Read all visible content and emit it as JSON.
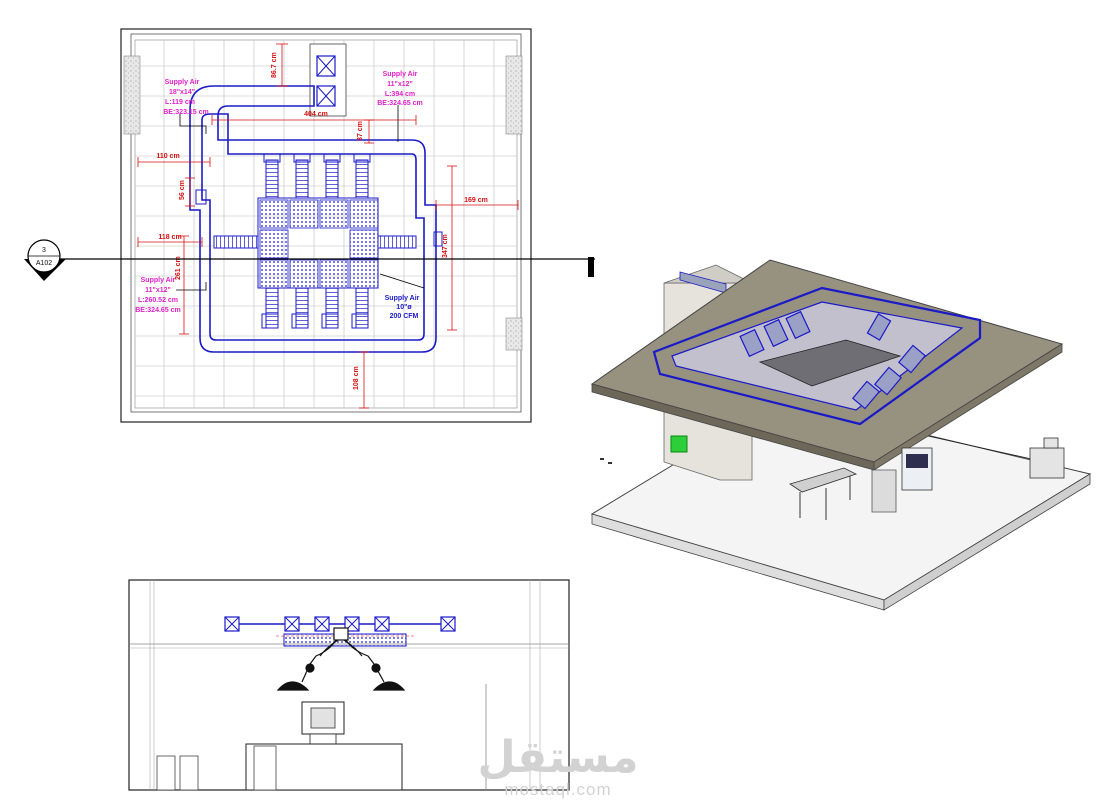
{
  "plan": {
    "supply_a": {
      "title": "Supply Air",
      "size": "18\"x14\"",
      "length": "L:119 cm",
      "be": "BE:323.15 cm"
    },
    "supply_b": {
      "title": "Supply Air",
      "size": "11\"x12\"",
      "length": "L:394 cm",
      "be": "BE:324.65 cm"
    },
    "supply_c": {
      "title": "Supply Air",
      "size": "11\"x12\"",
      "length": "L:260.52 cm",
      "be": "BE:324.65 cm"
    },
    "supply_d": {
      "title": "Supply Air",
      "size": "10\"ø",
      "flow": "200 CFM"
    },
    "dims": {
      "d1": "86.7 cm",
      "d2": "404 cm",
      "d3": "37 cm",
      "d4": "110 cm",
      "d5": "56 cm",
      "d6": "169 cm",
      "d7": "118 cm",
      "d8": "261 cm",
      "d9": "347 cm",
      "d10": "108 cm"
    },
    "section_marker": {
      "number": "3",
      "sheet": "A102"
    }
  },
  "watermark": {
    "arabic": "مستقل",
    "latin": "mostaql.com"
  },
  "colors": {
    "duct": "#1a1ac8",
    "dim": "#d81010",
    "label": "#e020c8",
    "grid": "#bdbdbd"
  }
}
